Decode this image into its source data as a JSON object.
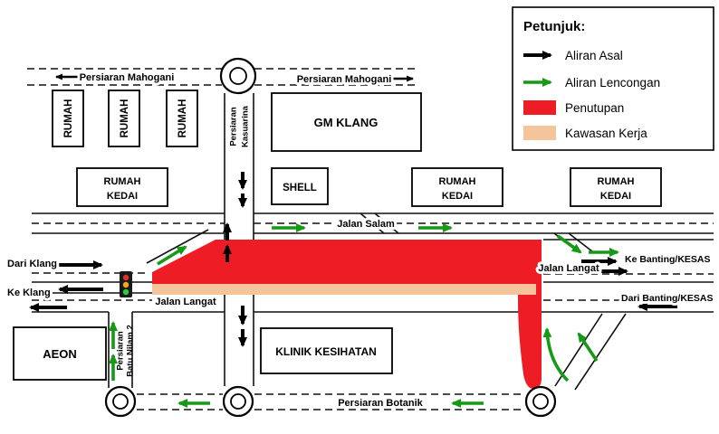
{
  "colors": {
    "closure": "#EE1C25",
    "work_area": "#F4C59B",
    "diversion": "#169A16",
    "original": "#000000"
  },
  "legend": {
    "title": "Petunjuk:",
    "items": {
      "original_flow": "Aliran Asal",
      "diversion_flow": "Aliran Lencongan",
      "closure": "Penutupan",
      "work_area": "Kawasan Kerja"
    }
  },
  "roads": {
    "mahogani": "Persiaran Mahogani",
    "kasuarina": {
      "line1": "Persiaran",
      "line2": "Kasuarina"
    },
    "salam": "Jalan Salam",
    "langat": "Jalan Langat",
    "botanik": "Persiaran Botanik",
    "batu_nilam": {
      "line1": "Persiaran",
      "line2": "Batu Nilam 2"
    }
  },
  "directions": {
    "dari_klang": "Dari Klang",
    "ke_klang": "Ke Klang",
    "ke_banting": "Ke Banting/KESAS",
    "dari_banting": "Dari Banting/KESAS"
  },
  "buildings": {
    "rumah": "RUMAH",
    "kedai": "KEDAI",
    "gm_klang": "GM KLANG",
    "shell": "SHELL",
    "aeon": "AEON",
    "klinik": "KLINIK KESIHATAN"
  },
  "icons": {
    "traffic_light": "traffic-light"
  }
}
